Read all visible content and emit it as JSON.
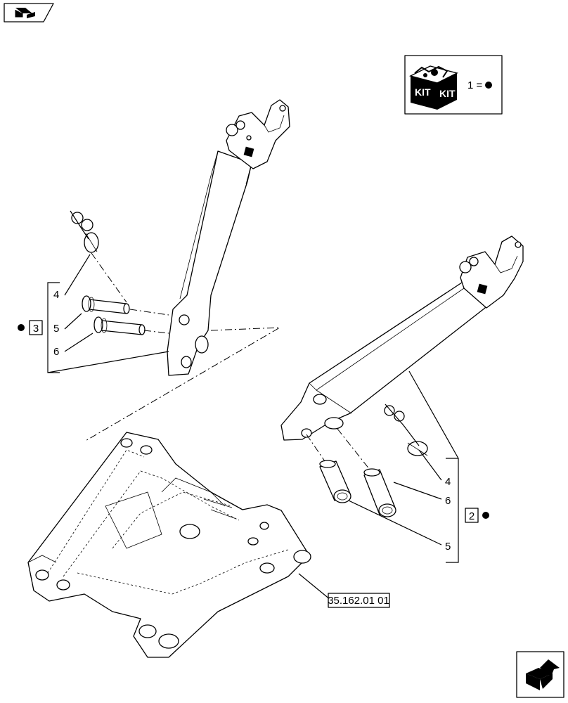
{
  "kit_legend": {
    "kit_word_left": "KIT",
    "kit_word_right": "KIT",
    "equation": "1 ="
  },
  "group_left": {
    "kit_label": "3",
    "items": [
      "4",
      "5",
      "6"
    ]
  },
  "group_right": {
    "kit_label": "2",
    "items": [
      "4",
      "6",
      "5"
    ]
  },
  "reference": {
    "code": "35.162.01 01"
  }
}
